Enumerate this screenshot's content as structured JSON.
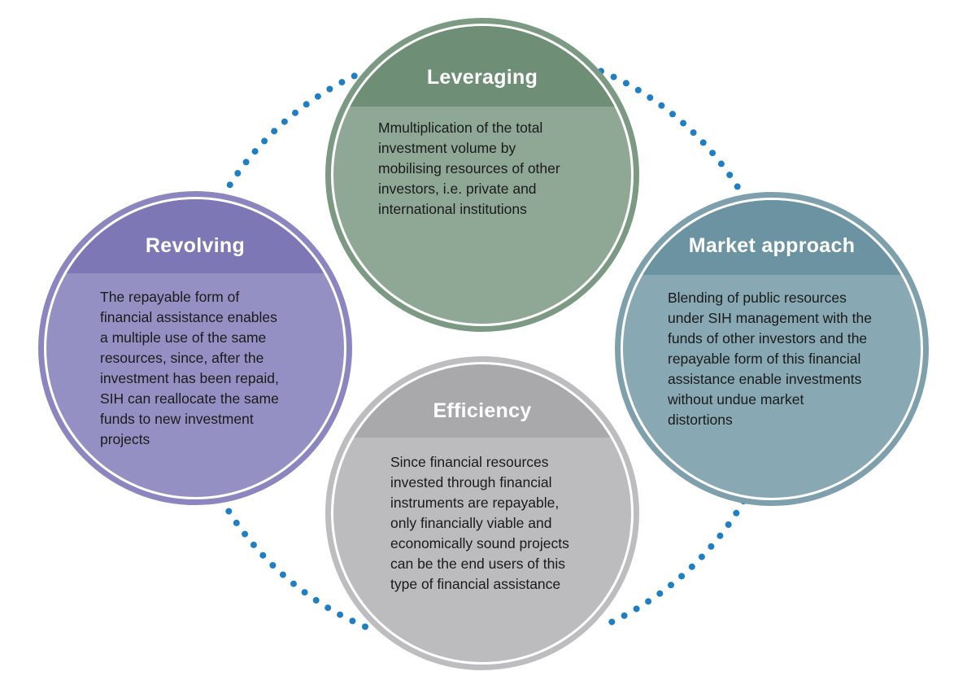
{
  "colors": {
    "dots": "#1f7fc4",
    "leveraging": {
      "ring": "#7c9a83",
      "band": "#6e8f76",
      "fill": "#8fa895"
    },
    "revolving": {
      "ring": "#8b86bf",
      "band": "#7d77b5",
      "fill": "#9590c4"
    },
    "market_approach": {
      "ring": "#7ea0ad",
      "band": "#6c93a2",
      "fill": "#88a9b4"
    },
    "efficiency": {
      "ring": "#bdbdbf",
      "band": "#a9a9ab",
      "fill": "#bcbcbe"
    }
  },
  "nodes": {
    "leveraging": {
      "title": "Leveraging",
      "text": "Mmultiplication of the total\ninvestment volume by\nmobilising resources of other\ninvestors, i.e. private and\ninternational institutions"
    },
    "revolving": {
      "title": "Revolving",
      "text": "The repayable form of\nfinancial assistance enables\na multiple use of the same\nresources, since, after the\ninvestment has been repaid,\nSIH can reallocate the same\nfunds to new investment\nprojects"
    },
    "market_approach": {
      "title": "Market approach",
      "text": "Blending of public resources\nunder SIH management with the\nfunds of other investors and the\nrepayable form of this financial\nassistance enable investments\nwithout undue market\ndistortions"
    },
    "efficiency": {
      "title": "Efficiency",
      "text": "Since financial resources\ninvested through financial\ninstruments are repayable,\nonly financially viable and\neconomically sound projects\ncan be the end users of this\ntype of financial assistance"
    }
  }
}
